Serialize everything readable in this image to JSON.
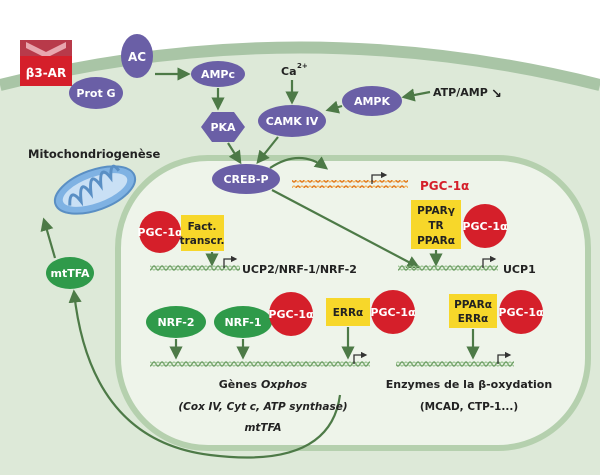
{
  "colors": {
    "cytoplasm": "#dde9d8",
    "membrane": "#a9c5a6",
    "nucleus": "#eef4ea",
    "purple": "#6a5fa6",
    "green": "#2f9a4a",
    "red": "#d51f2a",
    "yellow": "#f7d72a",
    "arrow": "#4d7a47",
    "gene": "#7aa76f",
    "mrna": "#d98c2b",
    "mito": "#7fb2e3"
  },
  "nodes": {
    "b3ar": "β3-AR",
    "ac": "AC",
    "protg": "Prot G",
    "ampc": "AMPc",
    "ca": "Ca",
    "ca_sup": "2+",
    "pka": "PKA",
    "camkiv": "CAMK IV",
    "ampk": "AMPK",
    "atp_amp": "ATP/AMP",
    "atp_arrow": "↘",
    "creb": "CREB-P",
    "mtfa": "mtTFA",
    "nrf2": "NRF-2",
    "nrf1": "NRF-1"
  },
  "pgc": {
    "prefix": "PGC-1",
    "alpha": "α",
    "mrna_label": "PGC-1α"
  },
  "factors": {
    "fact_line1": "Fact.",
    "fact_line2": "transcr.",
    "pparg": "PPARγ",
    "tr": "TR",
    "ppara": "PPARα",
    "erra": "ERRα",
    "ppara2": "PPARα",
    "erra2": "ERRα"
  },
  "labels": {
    "mito": "Mitochondriogenèse",
    "ucp_genes": "UCP2/NRF-1/NRF-2",
    "ucp1": "UCP1",
    "oxphos_line1_a": "Gènes ",
    "oxphos_line1_b": "Oxphos",
    "oxphos_line2": "(Cox IV, Cyt c, ATP synthase)",
    "oxphos_line3": "mtTFA",
    "beta_line1": "Enzymes de la β-oxydation",
    "beta_line2": "(MCAD, CTP-1...)"
  }
}
